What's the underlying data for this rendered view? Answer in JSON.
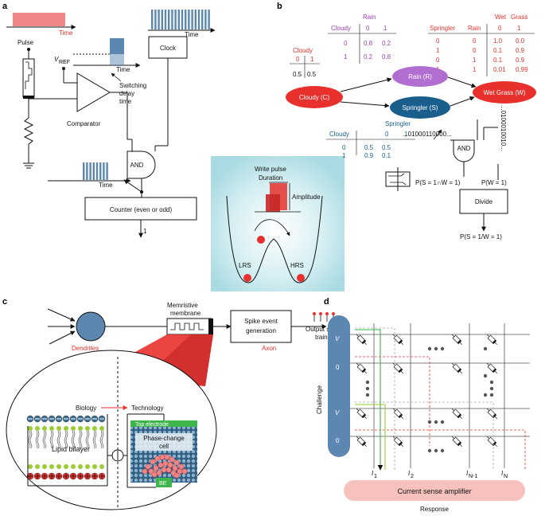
{
  "panels": {
    "a": "a",
    "b": "b",
    "c": "c",
    "d": "d"
  },
  "colors": {
    "red": "#e8312d",
    "pink": "#f08585",
    "purple": "#b06ed0",
    "blue": "#1a5e8c",
    "steel": "#5b87b0",
    "lightblue": "#d7eef3",
    "green": "#3db54a",
    "lime": "#9acd32",
    "amplifier": "#f7c2bd",
    "cyan_glow": "#bfe3e8"
  },
  "panel_a": {
    "time_top_left": "Time",
    "time_top_right": "Time",
    "clock": "Clock",
    "pulse": "Pulse",
    "vref": "V",
    "vref_sub": "REF",
    "time_switch": "Time",
    "switching_delay_1": "Switching",
    "switching_delay_2": "delay",
    "switching_delay_3": "time",
    "comparator": "Comparator",
    "and_gate": "AND",
    "time_bottom": "Time",
    "counter": "Counter (even or odd)",
    "output": "1"
  },
  "inset": {
    "write_pulse": "Write pulse",
    "duration": "Duration",
    "amplitude": "Amplitude",
    "lrs": "LRS",
    "hrs": "HRS"
  },
  "panel_b": {
    "nodes": {
      "cloudy": "Cloudy (C)",
      "rain": "Rain (R)",
      "sprinkler": "Springler (S)",
      "wetgrass": "Wet Grass (W)"
    },
    "cloudy_table": {
      "header": "Cloudy",
      "cols": [
        "0",
        "1"
      ],
      "vals": [
        "0.5",
        "0.5"
      ]
    },
    "rain_table": {
      "title": "Rain",
      "row_header": "Cloudy",
      "cols": [
        "0",
        "1"
      ],
      "rows": [
        [
          "0",
          "0.8",
          "0.2"
        ],
        [
          "1",
          "0.2",
          "0.8"
        ]
      ]
    },
    "sprinkler_table": {
      "title": "Springler",
      "row_header": "Cloudy",
      "cols": [
        "0",
        "1"
      ],
      "rows": [
        [
          "0",
          "0.5",
          "0.5"
        ],
        [
          "1",
          "0.9",
          "0.1"
        ]
      ]
    },
    "wet_table": {
      "title": "Wet",
      "headers": [
        "Springler",
        "Rain",
        "0",
        "1"
      ],
      "grass": "Grass",
      "rows": [
        [
          "0",
          "0",
          "1.0",
          "0.0"
        ],
        [
          "1",
          "0",
          "0.1",
          "0.9"
        ],
        [
          "0",
          "1",
          "0.1",
          "0.9"
        ],
        [
          "1",
          "1",
          "0.01",
          "0.99"
        ]
      ]
    },
    "bitstream_h": "...01000110000...",
    "bitstream_v": "...0100010010...",
    "and_gate": "AND",
    "p_joint": "P(S = 1∩W = 1)",
    "p_w": "P(W = 1)",
    "divide": "Divide",
    "p_result": "P(S = 1/W = 1)"
  },
  "panel_c": {
    "membrane_1": "Memristive",
    "membrane_2": "membrane",
    "spike_1": "Spike event",
    "spike_2": "generation",
    "output_1": "Output spike",
    "output_2": "train",
    "dendrites": "Dendrites",
    "axon": "Axon",
    "biology": "Biology",
    "technology": "Technology",
    "lipid": "Lipid bilayer",
    "top_electrode": "Top electrode",
    "pcm_1": "Phase-change",
    "pcm_2": "cell",
    "be": "BE"
  },
  "panel_d": {
    "challenge": "Challenge",
    "voltages": [
      "V",
      "0",
      "V",
      "0"
    ],
    "currents": [
      "I",
      "I",
      "I",
      "I"
    ],
    "current_subs": [
      "1",
      "2",
      "N-1",
      "N"
    ],
    "amplifier": "Current sense amplifier",
    "response": "Response"
  }
}
